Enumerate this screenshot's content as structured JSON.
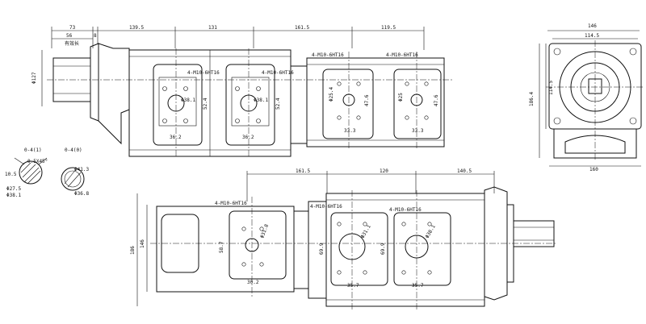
{
  "labels": {
    "top_dim_73": "73",
    "top_dim_56": "56",
    "top_dim_8": "8",
    "top_dim_139_5": "139.5",
    "top_dim_131": "131",
    "top_dim_161_5": "161.5",
    "top_dim_119_5": "119.5",
    "mount_dim": "有效长",
    "shaft_dia": "Φ127",
    "port_thread_a": "4-M10-6HT16",
    "port_thread_b": "4-M10-6HT16",
    "port_thread_c": "4-M10-6HT16",
    "port_thread_d": "4-M10-6HT16",
    "port_dia_1": "Φ38.1",
    "port_dia_2": "Φ38.1",
    "port_dia_3": "Φ25.4",
    "port_dia_4": "Φ25",
    "port_dist_1": "36.2",
    "port_dist_2": "36.2",
    "port_dist_3": "33.3",
    "port_dist_4": "33.3",
    "port_h_1": "52.4",
    "port_h_2": "52.4",
    "port_h_3": "47.6",
    "port_h_4": "47.6",
    "side_w_146": "146",
    "side_w_114_5": "114.5",
    "side_h_114_5": "114.5",
    "side_h_186_4": "186.4",
    "side_w_160": "160",
    "section_a_title": "0-4(1)",
    "section_b_title": "0-4(0)",
    "section_a_chamfer": "0.5X45°",
    "section_a_w": "10.5",
    "section_a_dia1": "Φ27.5",
    "section_a_dia2": "Φ38.1",
    "section_b_dia1": "Φ41.3",
    "section_b_dia2": "Φ36.8",
    "bot_dim_161_5": "161.5",
    "bot_dim_120": "120",
    "bot_dim_140_5": "140.5",
    "bot_h_146": "146",
    "bot_h_186": "186",
    "bot_thread_a": "4-M10-6HT16",
    "bot_thread_b": "4-M10-6HT16",
    "bot_thread_c": "4-M10-6HT16",
    "bot_dia_1": "Φ31.8",
    "bot_dia_2": "Φ31.1",
    "bot_dia_3": "Φ38.1",
    "bot_h_58_7": "58.7",
    "bot_h_69_9a": "69.9",
    "bot_h_69_9b": "69.9",
    "bot_dist_1": "30.2",
    "bot_dist_2": "35.7",
    "bot_dist_3": "35.7"
  }
}
